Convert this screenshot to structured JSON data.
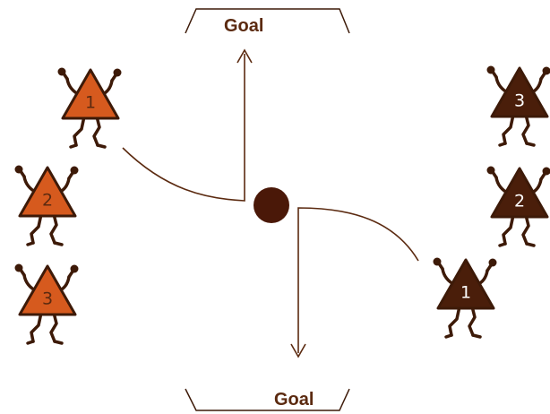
{
  "goals": {
    "top_label": "Goal",
    "bottom_label": "Goal"
  },
  "colors": {
    "orange_team": "#d65a1e",
    "brown_team": "#4a1e0a",
    "ink": "#5b2a10",
    "line": "#5b2a10",
    "ball": "#4a1808",
    "orange_number": "#5b2a10",
    "brown_number": "#ffffff"
  },
  "players": {
    "orange": [
      "1",
      "2",
      "3"
    ],
    "brown": [
      "1",
      "2",
      "3"
    ]
  },
  "icons": {
    "player": "triangle-figure-icon",
    "ball": "ball-icon",
    "arrow": "arrow-icon"
  }
}
